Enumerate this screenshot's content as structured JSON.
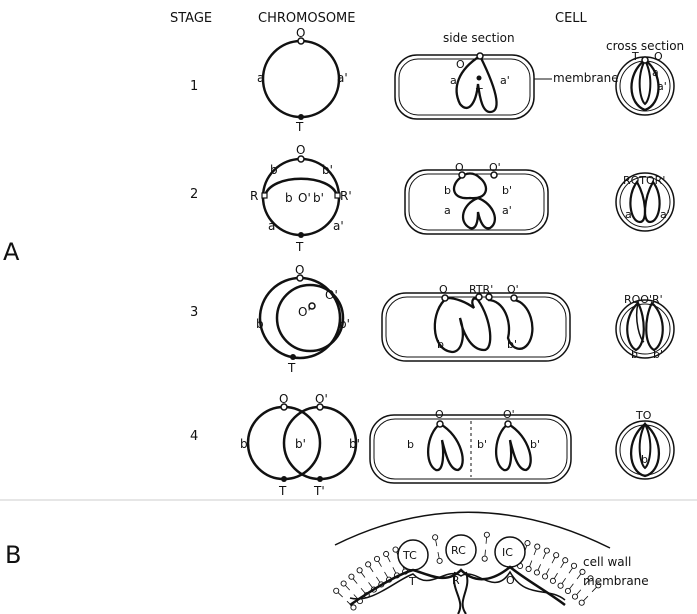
{
  "headers": {
    "stage": "STAGE",
    "chromosome": "CHROMOSOME",
    "cell": "CELL"
  },
  "panels": {
    "a": "A",
    "b": "B"
  },
  "stages": [
    "1",
    "2",
    "3",
    "4"
  ],
  "cell_labels": {
    "side_section": "side section",
    "cross_section": "cross section",
    "membrane": "membrane"
  },
  "markers": {
    "O": "O",
    "O_prime": "O'",
    "T": "T",
    "T_prime": "T'",
    "a": "a",
    "a_prime": "a'",
    "b": "b",
    "b_prime": "b'",
    "R": "R",
    "R_prime": "R'",
    "RO": "RO",
    "ROO_R": "ROO'R'",
    "TO": "TO",
    "ROTOR": "ROTOR'",
    "R_T_R": "RTR'"
  },
  "panel_b": {
    "tc": "TC",
    "rc": "RC",
    "ic": "IC",
    "t": "T",
    "r": "R",
    "o": "O",
    "cell_wall": "cell wall",
    "membrane": "membrane"
  }
}
